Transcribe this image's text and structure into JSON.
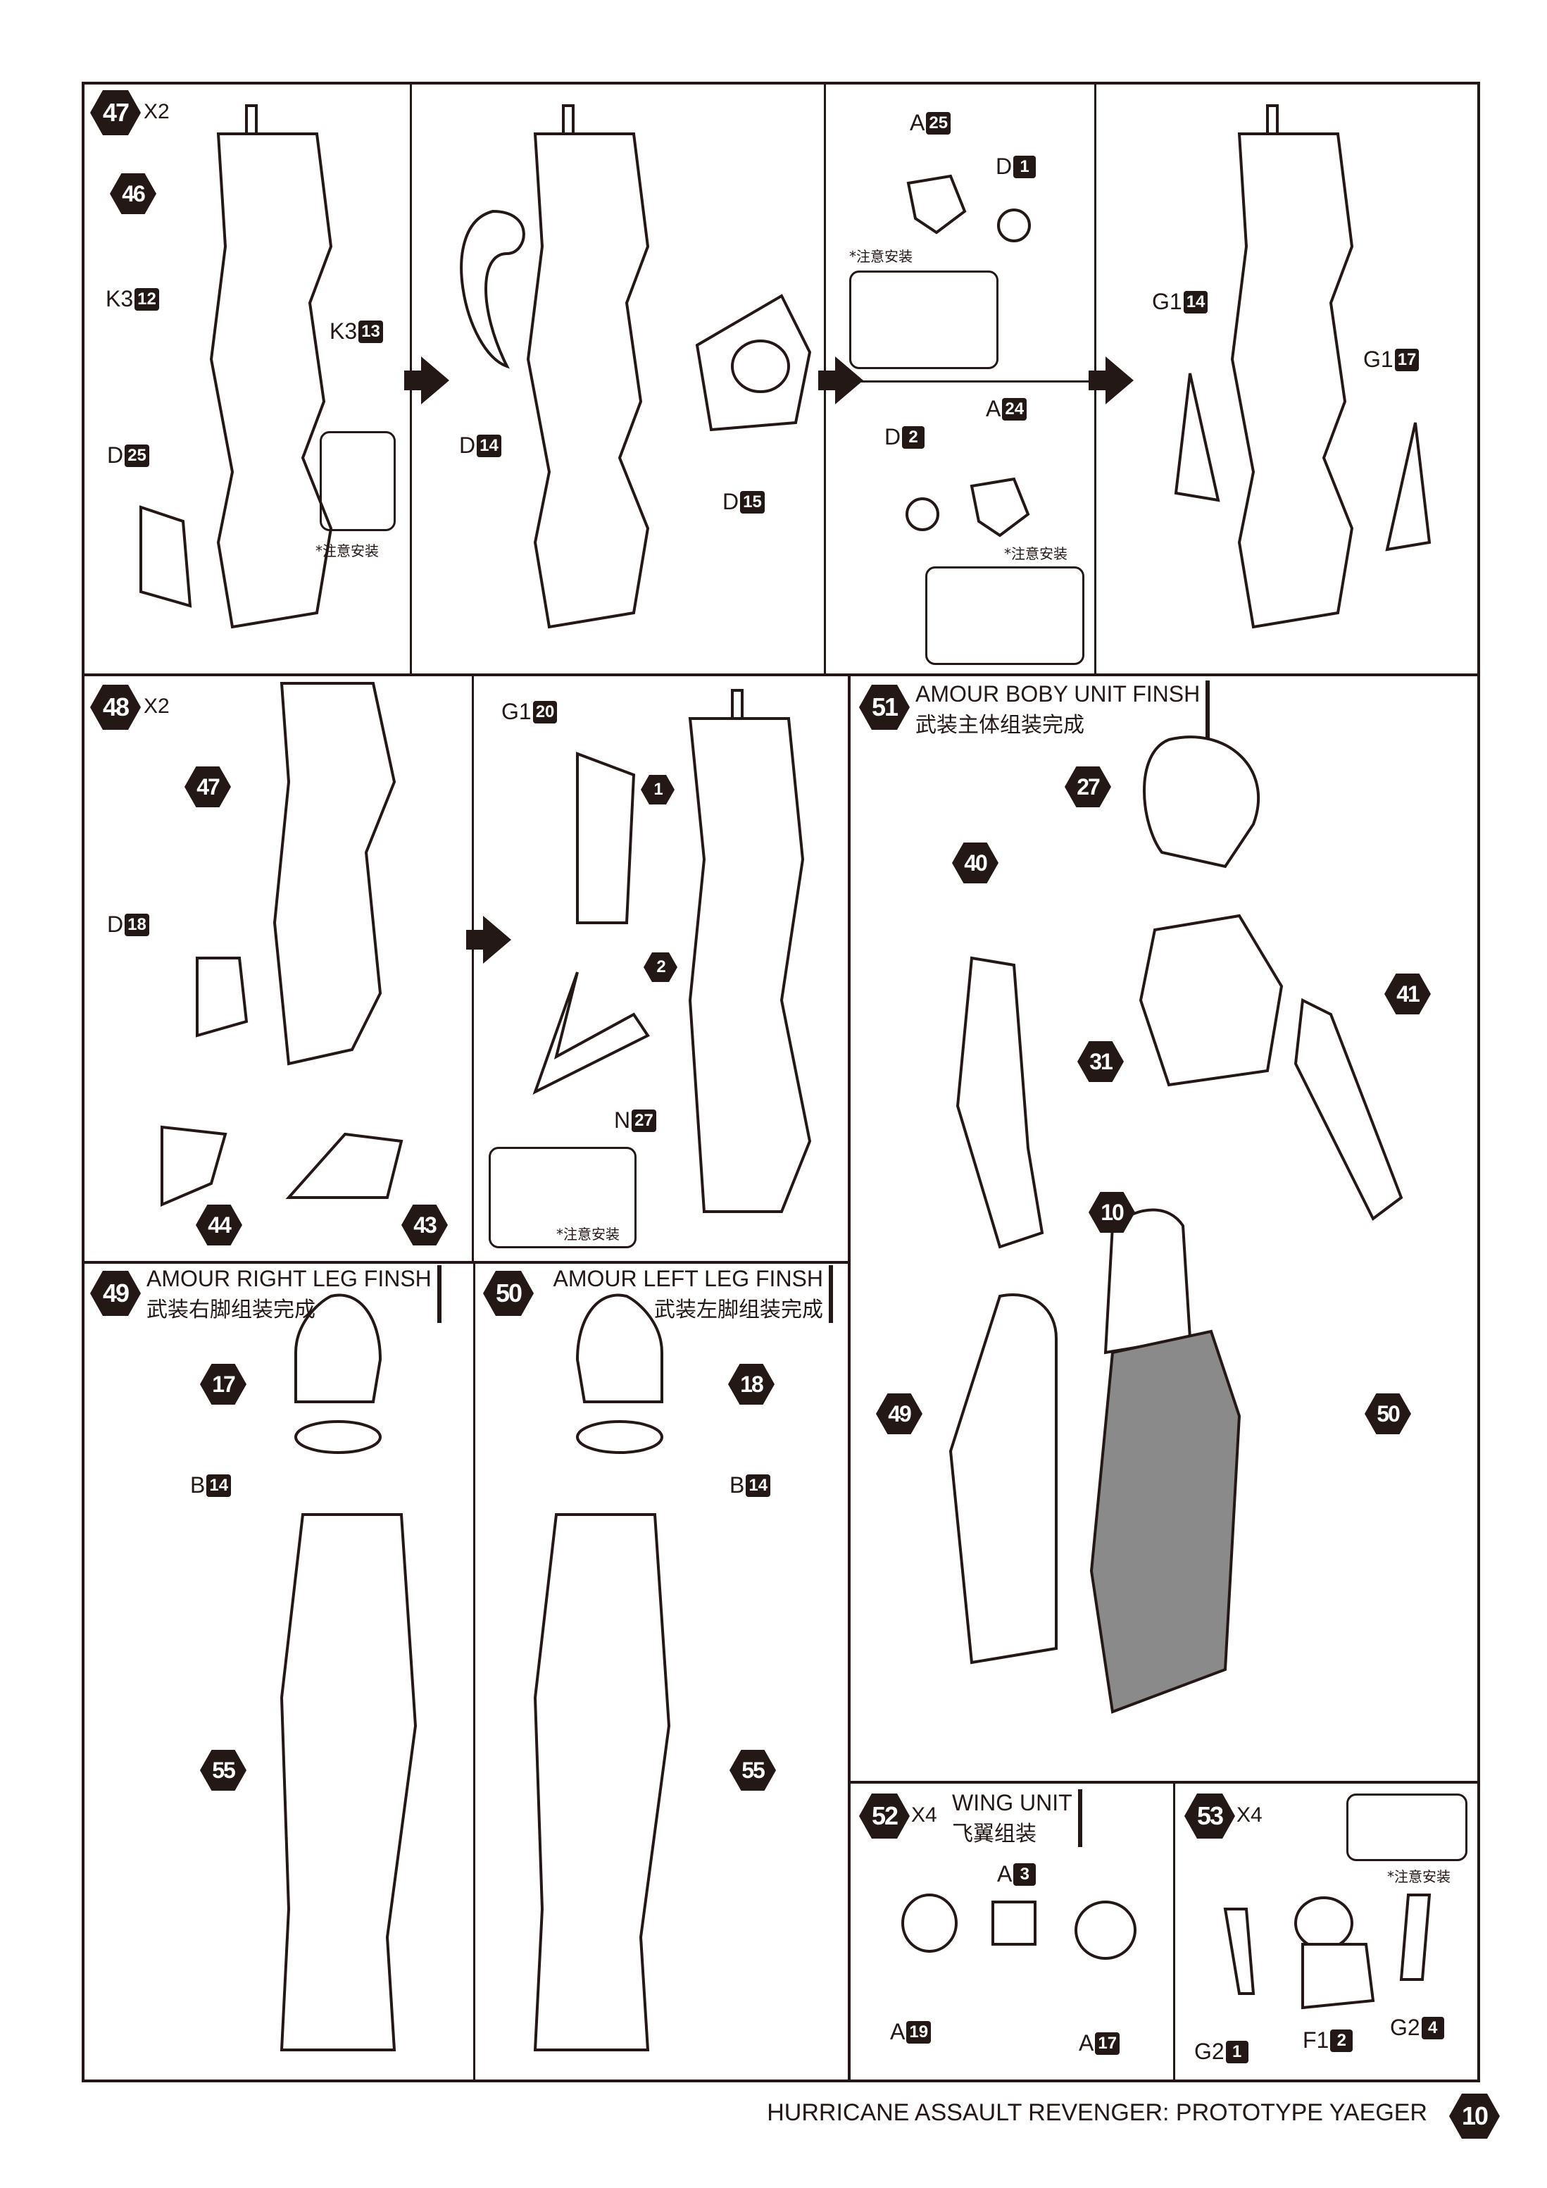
{
  "steps": {
    "s47": {
      "num": "47",
      "mult": "X2",
      "ref": "46",
      "k3_12": {
        "g": "K3",
        "n": "12"
      },
      "k3_13": {
        "g": "K3",
        "n": "13"
      },
      "d25": {
        "g": "D",
        "n": "25"
      },
      "note": "*注意安装",
      "d14": {
        "g": "D",
        "n": "14"
      },
      "d15": {
        "g": "D",
        "n": "15"
      },
      "a25": {
        "g": "A",
        "n": "25"
      },
      "d1": {
        "g": "D",
        "n": "1"
      },
      "note2": "*注意安装",
      "d2": {
        "g": "D",
        "n": "2"
      },
      "a24": {
        "g": "A",
        "n": "24"
      },
      "note3": "*注意安装",
      "g1_14": {
        "g": "G1",
        "n": "14"
      },
      "g1_17": {
        "g": "G1",
        "n": "17"
      }
    },
    "s48": {
      "num": "48",
      "mult": "X2",
      "ref47": "47",
      "d18": {
        "g": "D",
        "n": "18"
      },
      "ref44": "44",
      "ref43": "43",
      "g1_20": {
        "g": "G1",
        "n": "20"
      },
      "c1": "1",
      "c2": "2",
      "n27": {
        "g": "N",
        "n": "27"
      },
      "note": "*注意安装"
    },
    "s49": {
      "num": "49",
      "title_en": "AMOUR RIGHT LEG FINSH",
      "title_cn": "武装右脚组装完成",
      "ref17": "17",
      "b14": {
        "g": "B",
        "n": "14"
      },
      "ref55": "55"
    },
    "s50": {
      "num": "50",
      "title_en": "AMOUR LEFT LEG FINSH",
      "title_cn": "武装左脚组装完成",
      "ref18": "18",
      "b14": {
        "g": "B",
        "n": "14"
      },
      "ref55": "55"
    },
    "s51": {
      "num": "51",
      "title_en": "AMOUR BOBY UNIT FINSH",
      "title_cn": "武装主体组装完成",
      "ref27": "27",
      "ref40": "40",
      "ref41": "41",
      "ref31": "31",
      "ref10": "10",
      "ref49": "49",
      "ref50": "50"
    },
    "s52": {
      "num": "52",
      "mult": "X4",
      "title_en": "WING UNIT",
      "title_cn": "飞翼组装",
      "a3": {
        "g": "A",
        "n": "3"
      },
      "a19": {
        "g": "A",
        "n": "19"
      },
      "a17": {
        "g": "A",
        "n": "17"
      }
    },
    "s53": {
      "num": "53",
      "mult": "X4",
      "note": "*注意安装",
      "g2_1": {
        "g": "G2",
        "n": "1"
      },
      "f1_2": {
        "g": "F1",
        "n": "2"
      },
      "g2_4": {
        "g": "G2",
        "n": "4"
      }
    }
  },
  "footer": {
    "title": "HURRICANE ASSAULT REVENGER: PROTOTYPE YAEGER",
    "page": "10"
  }
}
